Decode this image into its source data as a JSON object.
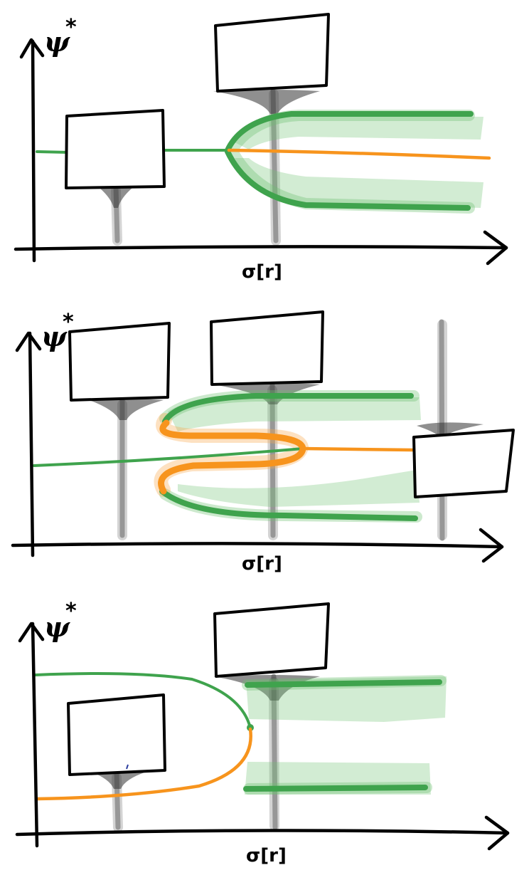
{
  "panels": [
    {
      "id": "top",
      "y_label": "ψ",
      "y_label_star": "*",
      "x_label": "σ[r]"
    },
    {
      "id": "middle",
      "y_label": "ψ",
      "y_label_star": "*",
      "x_label": "σ[r]"
    },
    {
      "id": "bottom",
      "y_label": "ψ",
      "y_label_star": "*",
      "x_label": "σ[r]"
    }
  ],
  "colors": {
    "axis": "#000000",
    "stable_branch": "#3fa34d",
    "unstable_branch": "#f7941d",
    "marker_stem": "#6e6e6e",
    "box_fill": "#ffffff"
  }
}
